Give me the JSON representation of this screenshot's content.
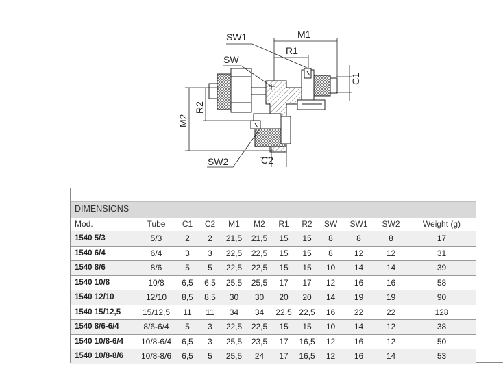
{
  "drawing": {
    "labels": {
      "sw1": "SW1",
      "m1": "M1",
      "r1": "R1",
      "sw": "SW",
      "c1": "C1",
      "m2": "M2",
      "r2": "R2",
      "sw2": "SW2",
      "c2": "C2"
    }
  },
  "table": {
    "title": "DIMENSIONS",
    "headers": [
      "Mod.",
      "Tube",
      "C1",
      "C2",
      "M1",
      "M2",
      "R1",
      "R2",
      "SW",
      "SW1",
      "SW2",
      "Weight (g)"
    ],
    "rows": [
      [
        "1540 5/3",
        "5/3",
        "2",
        "2",
        "21,5",
        "21,5",
        "15",
        "15",
        "8",
        "8",
        "8",
        "17"
      ],
      [
        "1540 6/4",
        "6/4",
        "3",
        "3",
        "22,5",
        "22,5",
        "15",
        "15",
        "8",
        "12",
        "12",
        "31"
      ],
      [
        "1540 8/6",
        "8/6",
        "5",
        "5",
        "22,5",
        "22,5",
        "15",
        "15",
        "10",
        "14",
        "14",
        "39"
      ],
      [
        "1540 10/8",
        "10/8",
        "6,5",
        "6,5",
        "25,5",
        "25,5",
        "17",
        "17",
        "12",
        "16",
        "16",
        "58"
      ],
      [
        "1540 12/10",
        "12/10",
        "8,5",
        "8,5",
        "30",
        "30",
        "20",
        "20",
        "14",
        "19",
        "19",
        "90"
      ],
      [
        "1540 15/12,5",
        "15/12,5",
        "11",
        "11",
        "34",
        "34",
        "22,5",
        "22,5",
        "16",
        "22",
        "22",
        "128"
      ],
      [
        "1540 8/6-6/4",
        "8/6-6/4",
        "5",
        "3",
        "22,5",
        "22,5",
        "15",
        "15",
        "10",
        "14",
        "12",
        "38"
      ],
      [
        "1540 10/8-6/4",
        "10/8-6/4",
        "6,5",
        "3",
        "25,5",
        "23,5",
        "17",
        "16,5",
        "12",
        "16",
        "12",
        "50"
      ],
      [
        "1540 10/8-8/6",
        "10/8-8/6",
        "6,5",
        "5",
        "25,5",
        "24",
        "17",
        "16,5",
        "12",
        "16",
        "14",
        "53"
      ]
    ]
  }
}
